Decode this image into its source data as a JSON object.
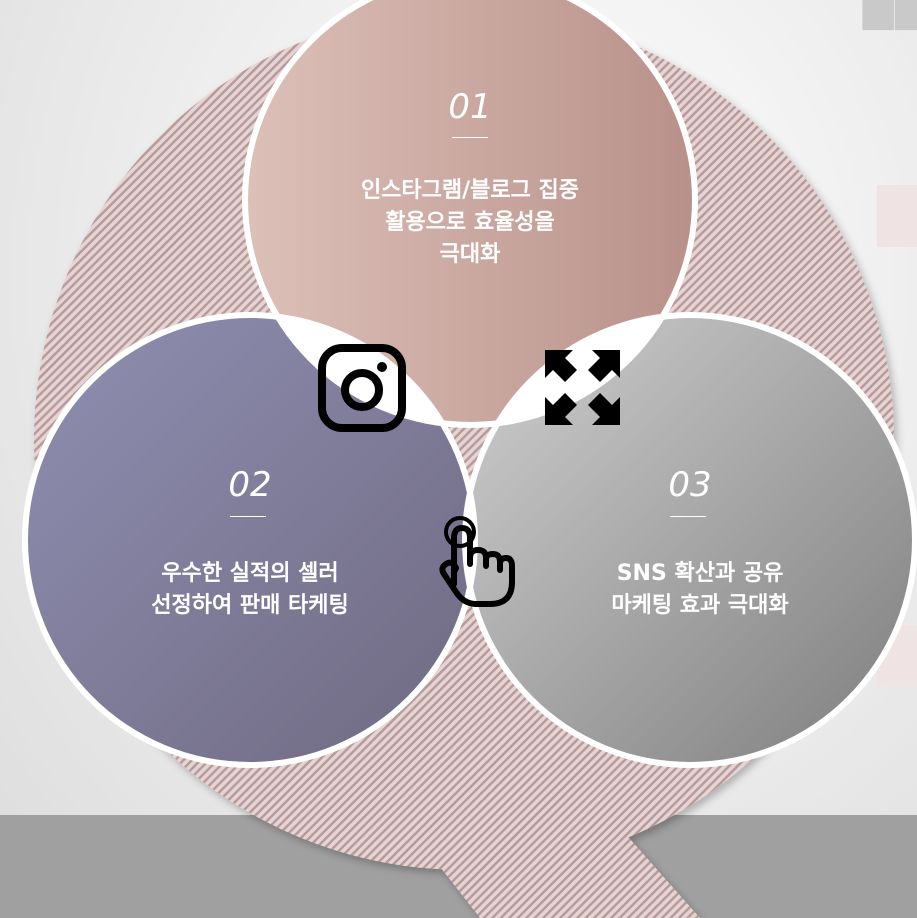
{
  "decor": {
    "quote_char": "❝"
  },
  "colors": {
    "circle1": [
      "#dcc0b8",
      "#b8918a"
    ],
    "circle2": [
      "#908fb2",
      "#6f6a82"
    ],
    "circle3": [
      "#cfcfcf",
      "#7e7e7e"
    ],
    "ring": "#d9c2c2"
  },
  "items": [
    {
      "number": "01",
      "text": "인스타그램/블로그 집중\n활용으로 효율성을\n극대화",
      "icon": "instagram-icon"
    },
    {
      "number": "02",
      "text": "우수한 실적의 셀러\n선정하여 판매 타케팅",
      "icon": "pointer-hand-icon"
    },
    {
      "number": "03",
      "text": "SNS 확산과 공유\n마케팅 효과 극대화",
      "icon": "expand-arrows-icon"
    }
  ]
}
